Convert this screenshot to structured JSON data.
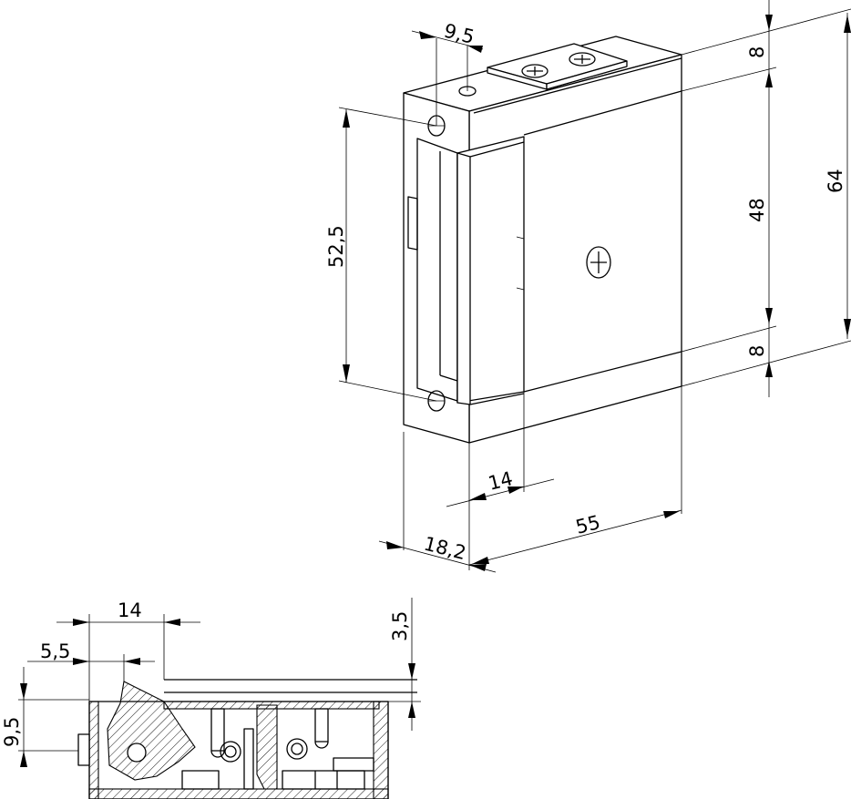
{
  "dimensions": {
    "screw_spacing": "52,5",
    "top_edge_offset": "9,5",
    "top_band": "8",
    "middle_band": "48",
    "bottom_band": "8",
    "overall_height": "64",
    "bolt_depth": "14",
    "body_depth": "55",
    "faceplate_thickness": "18,2",
    "section_width": "14",
    "section_offset": "5,5",
    "section_step": "3,5",
    "section_height": "9,5"
  }
}
